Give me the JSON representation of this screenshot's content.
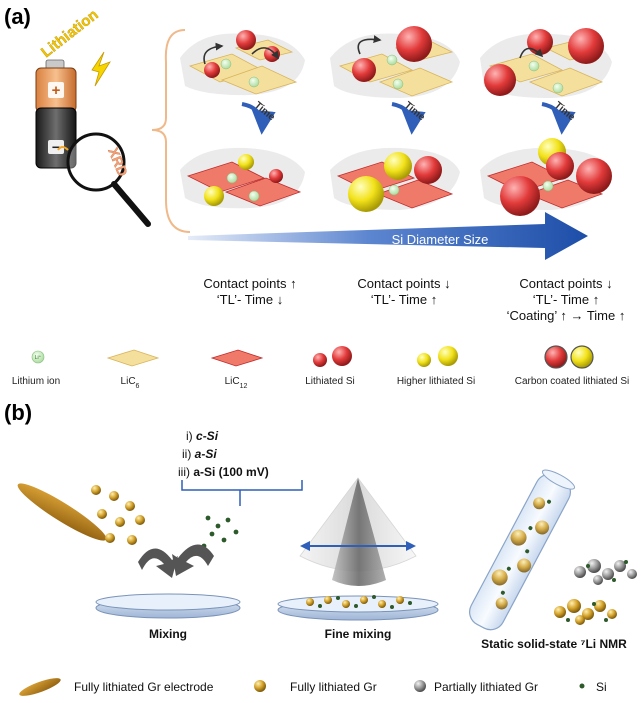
{
  "panel_a": {
    "label": "(a)",
    "battery_texts": {
      "lithiation": "Lithiation",
      "xrd": "XRD",
      "plus": "+",
      "minus": "−"
    },
    "time_label": "Time",
    "li_label": "Li⁺",
    "arrow_label": "Si Diameter Size",
    "captions": [
      {
        "line1": "Contact points ↑",
        "line2": "‘TL’- Time ↓",
        "line3": ""
      },
      {
        "line1": "Contact points ↓",
        "line2": "‘TL’- Time ↑",
        "line3": ""
      },
      {
        "line1": "Contact points ↓",
        "line2": "‘TL’- Time ↑",
        "line3": "‘Coating’ ↑ → Time ↑"
      }
    ],
    "legend": [
      {
        "text": "Lithium ion",
        "sub": ""
      },
      {
        "text": "LiC",
        "sub": "6"
      },
      {
        "text": "LiC",
        "sub": "12"
      },
      {
        "text": "Lithiated Si",
        "sub": ""
      },
      {
        "text": "Higher lithiated Si",
        "sub": ""
      },
      {
        "text": "Carbon coated lithiated Si",
        "sub": ""
      }
    ]
  },
  "panel_b": {
    "label": "(b)",
    "list": [
      "i)",
      "c-Si",
      "ii)",
      "a-Si",
      "iii)",
      "a-Si (100 mV)"
    ],
    "steps": [
      "Mixing",
      "Fine mixing",
      "Static solid-state ⁷Li NMR"
    ],
    "legend": [
      "Fully lithiated Gr electrode",
      "Fully lithiated Gr",
      "Partially lithiated Gr",
      "Si"
    ]
  },
  "colors": {
    "arrow": "#2f5fb8",
    "gold": "#c79a1f",
    "red": "#e23a3a",
    "yellow": "#f2e21a",
    "gray": "#888888",
    "bracket": "#f0b98a"
  }
}
